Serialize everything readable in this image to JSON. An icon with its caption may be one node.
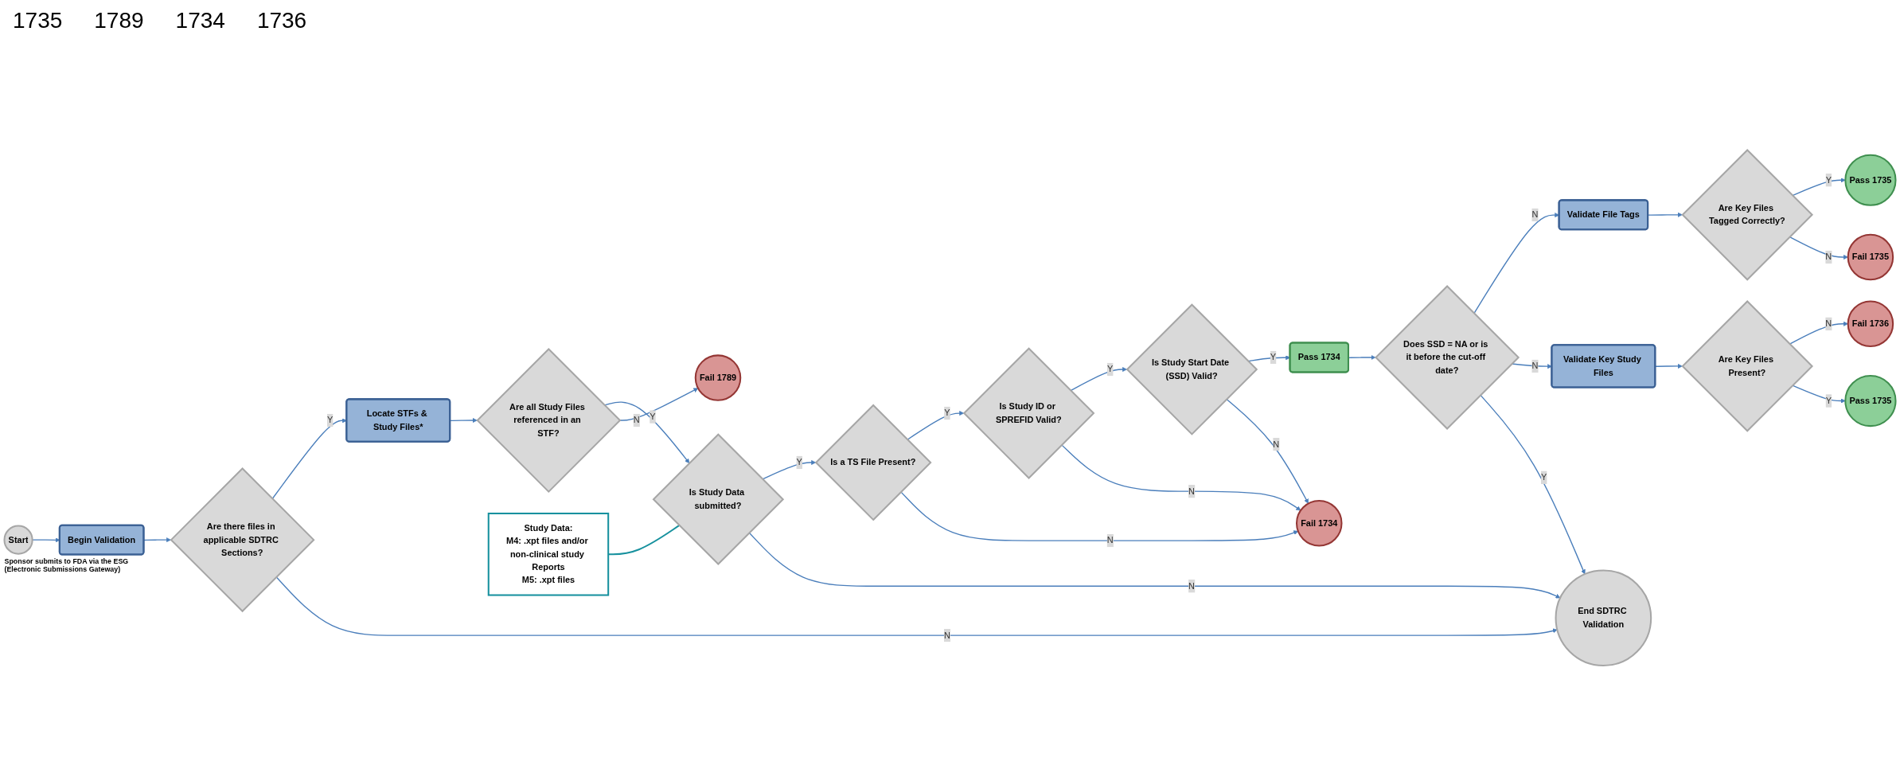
{
  "diagram": {
    "nodes": [
      {
        "text": [
          "Start"
        ],
        "beside": [
          "Sponsor submits to FDA via the ESG (Electronic Submissions Gateway)"
        ]
      },
      {
        "text": [
          "Begin Validation"
        ]
      },
      {
        "text": [
          "Are there files in applicable SDTRC Sections?"
        ]
      },
      {
        "text": [
          "Locate STFs & Study Files*"
        ]
      },
      {
        "text": [
          "Are all Study Files referenced in an STF?"
        ]
      },
      {
        "text": [
          "Fail 1789"
        ]
      },
      {
        "text": [
          "Is Study Data submitted?"
        ]
      },
      {
        "text": [
          "Is a TS File Present?"
        ]
      },
      {
        "text": [
          "Is Study ID or SPREFID Valid?"
        ]
      },
      {
        "text": [
          "Is Study Start Date (SSD) Valid?"
        ]
      },
      {
        "text": [
          "Pass 1734"
        ]
      },
      {
        "text": [
          "Does SSD = NA or is it before the cut-off date?"
        ]
      },
      {
        "text": [
          "Fail 1734"
        ]
      },
      {
        "text": [
          "End SDTRC Validation"
        ]
      },
      {
        "text": [
          "Validate File Tags"
        ]
      },
      {
        "text": [
          "Are Key Files Tagged Correctly?"
        ]
      },
      {
        "text": [
          "Pass 1735"
        ]
      },
      {
        "text": [
          "Fail 1735"
        ]
      },
      {
        "text": [
          "Validate Key Study Files"
        ]
      },
      {
        "text": [
          "Are Key Files Present?"
        ]
      },
      {
        "text": [
          "Fail 1736"
        ]
      },
      {
        "text": [
          "Pass 1735"
        ]
      },
      {
        "text": [
          "Study Data:",
          "M4: .xpt files and/or non-clinical study Reports",
          "M5: .xpt files"
        ]
      }
    ],
    "edges": [
      {
        "from": 0,
        "to": 1,
        "arrow": "to"
      },
      {
        "from": 1,
        "to": 2,
        "arrow": "to"
      },
      {
        "from": 2,
        "to": 3,
        "arrow": "to",
        "label": "Y"
      },
      {
        "from": 2,
        "to": 13,
        "arrow": "to",
        "label": "N"
      },
      {
        "from": 3,
        "to": 4,
        "arrow": "to"
      },
      {
        "from": 4,
        "to": 6,
        "arrow": "to",
        "label": "Y"
      },
      {
        "from": 4,
        "to": 5,
        "arrow": "to",
        "label": "N"
      },
      {
        "from": 6,
        "to": 7,
        "arrow": "to",
        "label": "Y"
      },
      {
        "from": 6,
        "to": 13,
        "arrow": "to",
        "label": "N"
      },
      {
        "from": 7,
        "to": 8,
        "arrow": "to",
        "label": "Y"
      },
      {
        "from": 7,
        "to": 12,
        "arrow": "to",
        "label": "N"
      },
      {
        "from": 8,
        "to": 9,
        "arrow": "to",
        "label": "Y"
      },
      {
        "from": 8,
        "to": 12,
        "arrow": "to",
        "label": "N"
      },
      {
        "from": 9,
        "to": 10,
        "arrow": "to",
        "label": "Y"
      },
      {
        "from": 9,
        "to": 12,
        "arrow": "to",
        "label": "N"
      },
      {
        "from": 10,
        "to": 11,
        "arrow": "to"
      },
      {
        "from": 11,
        "to": 14,
        "arrow": "to",
        "label": "N"
      },
      {
        "from": 11,
        "to": 18,
        "arrow": "to",
        "label": "N"
      },
      {
        "from": 11,
        "to": 13,
        "arrow": "to",
        "label": "Y"
      },
      {
        "from": 14,
        "to": 15,
        "arrow": "to"
      },
      {
        "from": 15,
        "to": 16,
        "arrow": "to",
        "label": "Y"
      },
      {
        "from": 15,
        "to": 17,
        "arrow": "to",
        "label": "N"
      },
      {
        "from": 18,
        "to": 19,
        "arrow": "to"
      },
      {
        "from": 19,
        "to": 20,
        "arrow": "to",
        "label": "N"
      },
      {
        "from": 19,
        "to": 21,
        "arrow": "to",
        "label": "Y"
      },
      {
        "from": 22,
        "to": 6,
        "arrow": "none",
        "color": "#17919e"
      }
    ],
    "labels": [
      "1735",
      "1789",
      "1734",
      "1736"
    ]
  }
}
